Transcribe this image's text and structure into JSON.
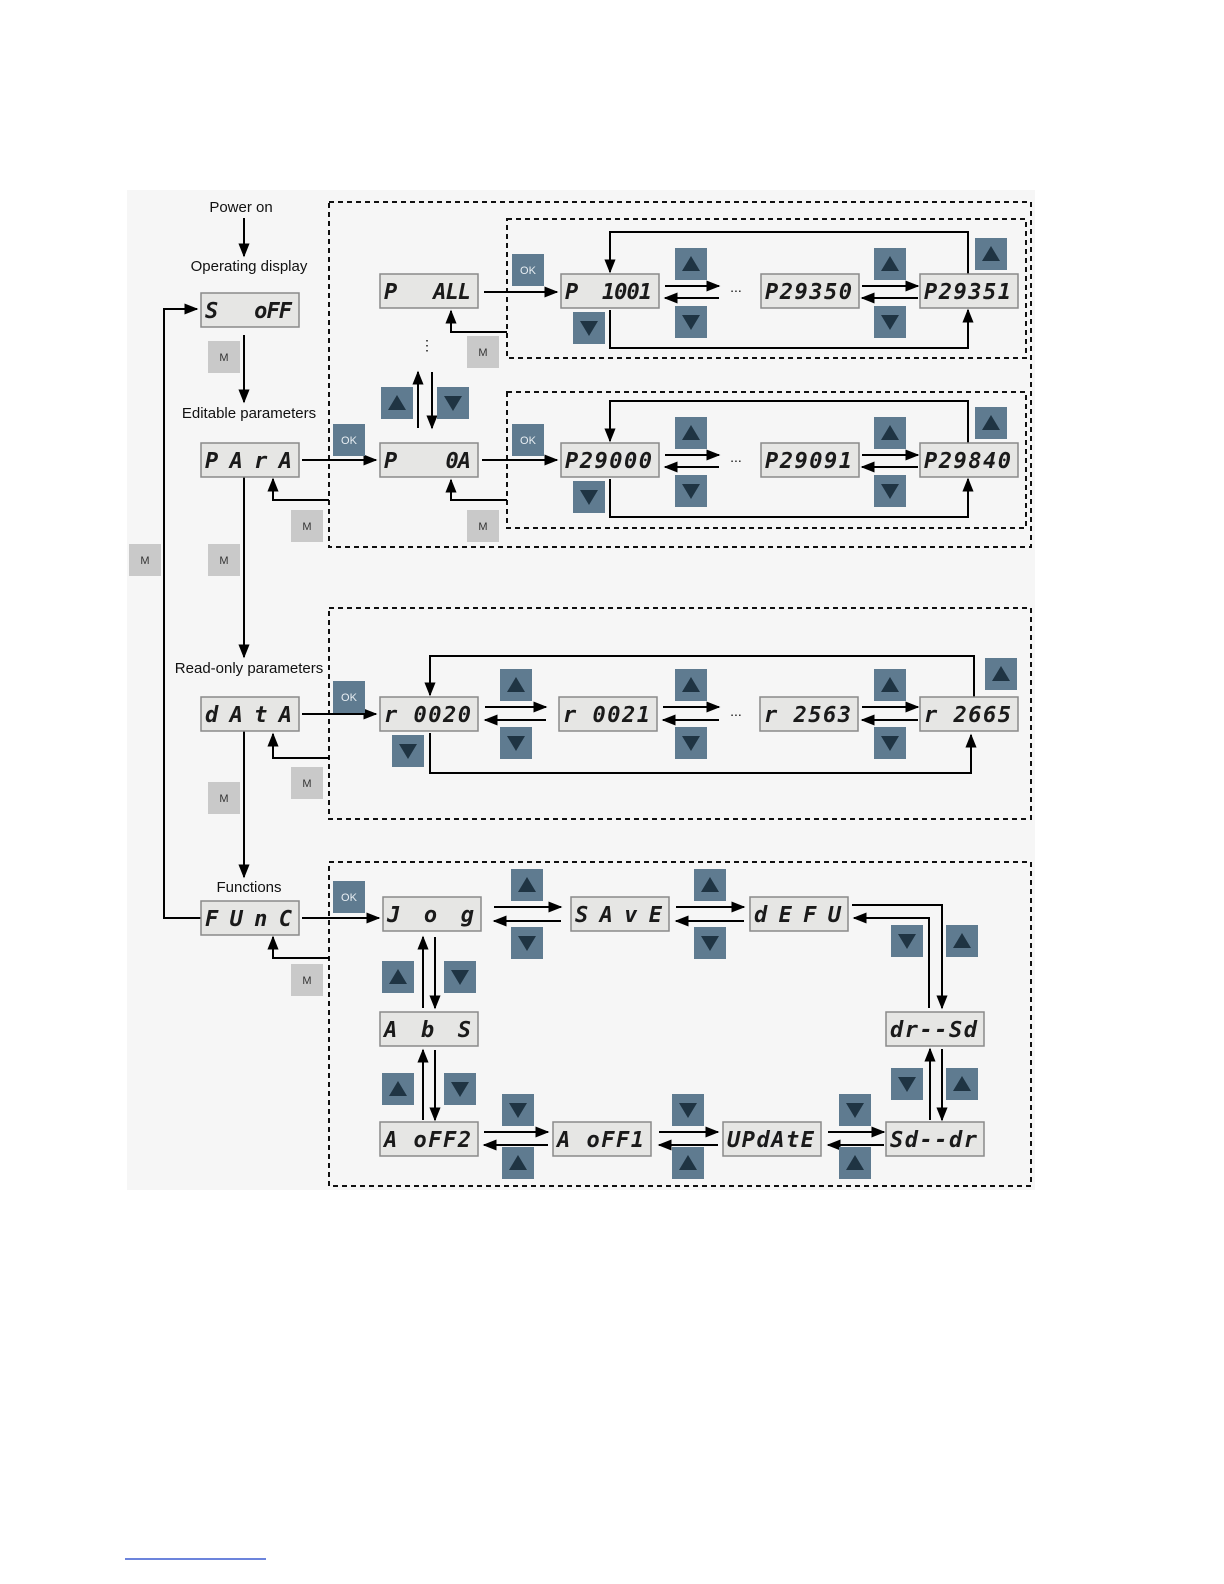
{
  "labels": {
    "power_on": "Power on",
    "operating_display": "Operating display",
    "editable_parameters": "Editable parameters",
    "read_only_parameters": "Read-only parameters",
    "functions": "Functions"
  },
  "buttons": {
    "ok_label": "OK",
    "m_label": "M",
    "up_icon": "triangle-up",
    "down_icon": "triangle-down"
  },
  "ellipsis": "...",
  "vertical_ellipsis": "⋮",
  "displays": {
    "s_off": "S   oFF",
    "para": "PArA",
    "data": "dAtA",
    "func": "FUnC",
    "p_all": "P   ALL",
    "p_0a": "P    0A",
    "p1001": "P  1001",
    "p29350": "P29350",
    "p29351": "P29351",
    "p29000": "P29000",
    "p29091": "P29091",
    "p29840": "P29840",
    "r0020": "r 0020",
    "r0021": "r 0021",
    "r2563": "r 2563",
    "r2665": "r 2665",
    "jog": "Jog",
    "save": "SAvE",
    "defu": "dEFU",
    "abs": "AbS",
    "dr_sd": "dr--Sd",
    "a_off2": "A oFF2",
    "a_off1": "A oFF1",
    "update": "UPdAtE",
    "sd_dr": "Sd--dr"
  },
  "colors": {
    "nav_button": "#5f7b90",
    "nav_arrow": "#1f3443",
    "m_button": "#c9c9c9",
    "display_bg": "#e6e6e4",
    "display_border": "#8a8a8a"
  }
}
